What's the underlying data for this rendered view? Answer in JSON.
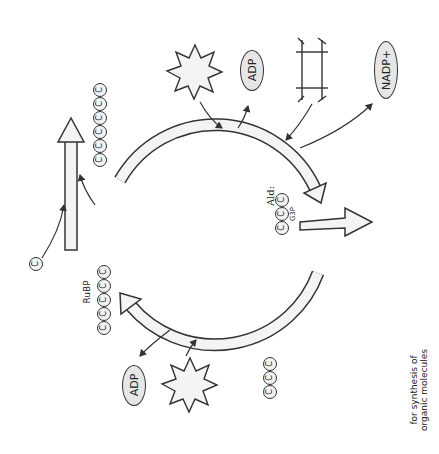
{
  "diagram": {
    "nodes": [
      {
        "text": [
          "ADP"
        ]
      },
      {
        "text": [
          "NADP+"
        ]
      },
      {
        "text": [
          "ADP"
        ]
      }
    ],
    "labels": [
      "C",
      "C",
      "C",
      "C",
      "C",
      "C",
      "C",
      "RuBP",
      "C",
      "C",
      "C",
      "C",
      "C",
      "Ald:",
      "G3P",
      "C",
      "C",
      "C",
      "C",
      "C",
      "C",
      "for synthesis of organic molecules"
    ]
  }
}
